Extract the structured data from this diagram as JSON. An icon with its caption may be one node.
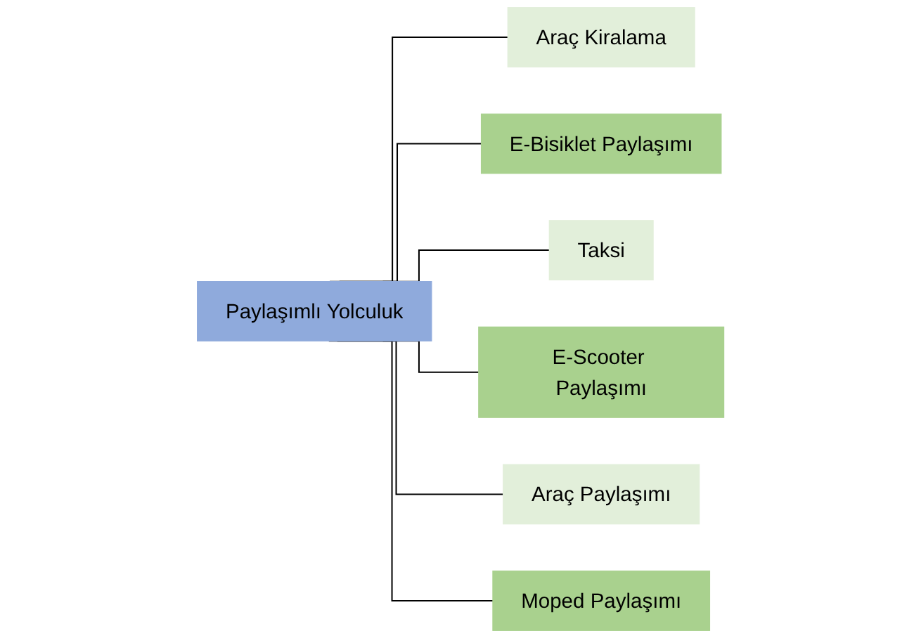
{
  "diagram": {
    "nodes": [
      {
        "text": [
          "Paylaşımlı Yolculuk"
        ]
      },
      {
        "text": [
          "Araç Kiralama"
        ]
      },
      {
        "text": [
          "E-Bisiklet Paylaşımı"
        ]
      },
      {
        "text": [
          "Taksi"
        ]
      },
      {
        "text": [
          "E-Scooter Paylaşımı"
        ]
      },
      {
        "text": [
          "Araç Paylaşımı"
        ]
      },
      {
        "text": [
          "Moped Paylaşımı"
        ]
      }
    ],
    "edges": [
      {
        "from": 0,
        "to": 1,
        "arrow": "none"
      },
      {
        "from": 0,
        "to": 2,
        "arrow": "none"
      },
      {
        "from": 0,
        "to": 3,
        "arrow": "none"
      },
      {
        "from": 0,
        "to": 4,
        "arrow": "none"
      },
      {
        "from": 0,
        "to": 5,
        "arrow": "none"
      },
      {
        "from": 0,
        "to": 6,
        "arrow": "none"
      }
    ]
  }
}
